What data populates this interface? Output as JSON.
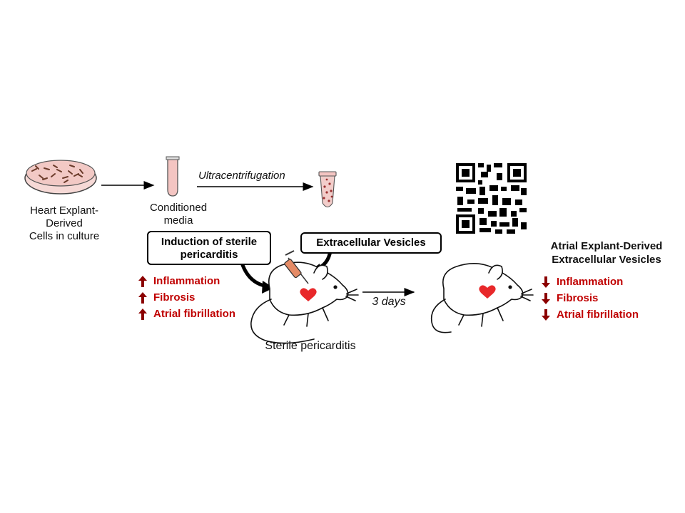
{
  "steps": {
    "cells_label": [
      "Heart Explant-",
      "Derived",
      "Cells in culture"
    ],
    "media_label": [
      "Conditioned",
      "media"
    ],
    "ultracentrifugation": "Ultracentrifugation",
    "induction_box": [
      "Induction of sterile",
      "pericarditis"
    ],
    "ev_box": "Extracellular Vesicles",
    "sterile_label": "Sterile pericarditis",
    "days_label": "3 days",
    "result_title": [
      "Atrial Explant-Derived",
      "Extracellular Vesicles"
    ]
  },
  "effects_before": {
    "direction": "up",
    "items": [
      "Inflammation",
      "Fibrosis",
      "Atrial fibrillation"
    ]
  },
  "effects_after": {
    "direction": "down",
    "items": [
      "Inflammation",
      "Fibrosis",
      "Atrial fibrillation"
    ]
  },
  "colors": {
    "effect_text": "#c00000",
    "arrow": "#8b0000",
    "heart": "#e8282a"
  }
}
